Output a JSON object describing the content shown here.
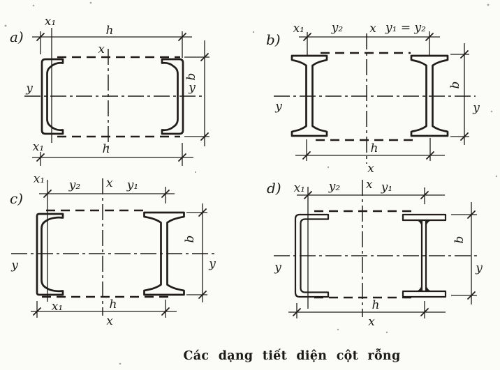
{
  "colors": {
    "ink": "#201d1a",
    "paper": "#fbfbf8"
  },
  "caption": "Các dạng tiết diện cột rỗng",
  "panels": {
    "a": {
      "label": "a)",
      "x1_top": "x₁",
      "x1_bottom": "x₁",
      "x_top": "x",
      "y_left": "y",
      "y_right": "y",
      "h_top": "h",
      "h_bottom": "h",
      "b_right": "b"
    },
    "b": {
      "label": "b)",
      "x1_top": "x₁",
      "y2": "y₂",
      "x_top": "x",
      "y1": "y₁ = y₂",
      "y_left": "y",
      "y_right": "y",
      "h_bottom": "h",
      "x_bottom": "x",
      "b_right": "b"
    },
    "c": {
      "label": "c)",
      "x1_top": "x₁",
      "x1_bottom": "x₁",
      "y2": "y₂",
      "x_top": "x",
      "y1": "y₁",
      "y_left": "y",
      "y_right": "y",
      "h_bottom": "h",
      "x_bottom": "x",
      "b_right": "b"
    },
    "d": {
      "label": "d)",
      "x1_top": "x₁",
      "y2": "y₂",
      "x_top": "x",
      "y1": "y₁",
      "y_left": "y",
      "y_right": "y",
      "h_bottom": "h",
      "x_bottom": "x",
      "b_right": "b"
    }
  }
}
